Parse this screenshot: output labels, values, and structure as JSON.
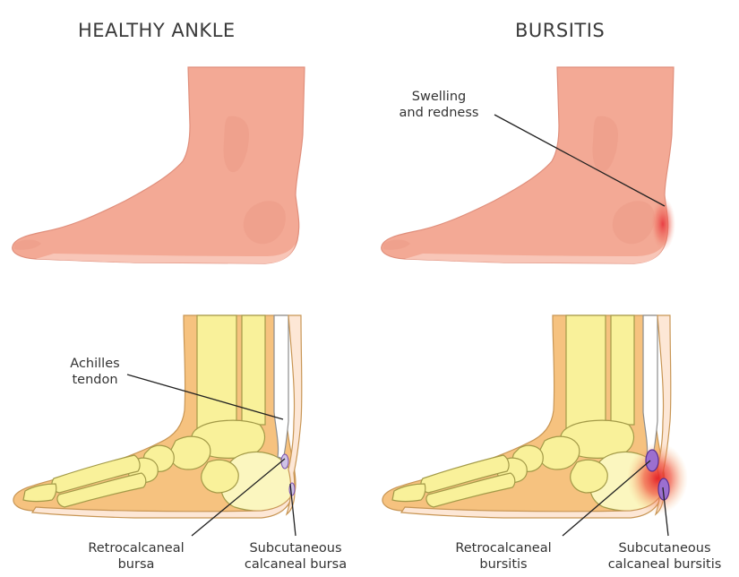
{
  "titles": {
    "left": "HEALTHY ANKLE",
    "right": "BURSITIS"
  },
  "labels": {
    "swelling_line1": "Swelling",
    "swelling_line2": "and redness",
    "achilles_line1": "Achilles",
    "achilles_line2": "tendon",
    "retro_bursa_line1": "Retrocalcaneal",
    "retro_bursa_line2": "bursa",
    "subcut_bursa_line1": "Subcutaneous",
    "subcut_bursa_line2": "calcaneal bursa",
    "retro_bursitis_line1": "Retrocalcaneal",
    "retro_bursitis_line2": "bursitis",
    "subcut_bursitis_line1": "Subcutaneous",
    "subcut_bursitis_line2": "calcaneal bursitis"
  },
  "colors": {
    "skin": "#f3a995",
    "bone": "#f9f19a",
    "soft_tissue": "#f6c27f",
    "inflammation": "#e8323a",
    "bursa": "#7a4fb0"
  }
}
